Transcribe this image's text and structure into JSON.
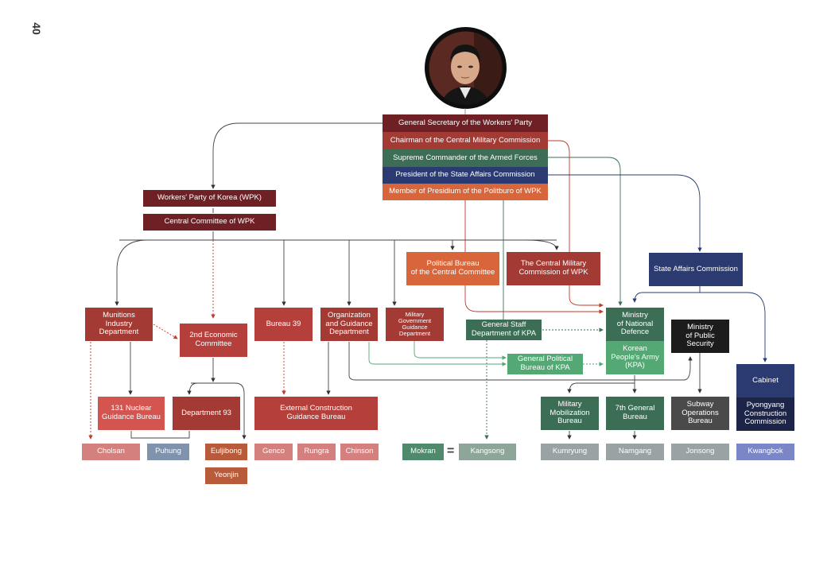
{
  "page_number": "40",
  "equals_sign": "=",
  "colors": {
    "dark_red": "#6e2024",
    "red": "#a33a33",
    "crimson": "#b5403b",
    "green": "#3c6e55",
    "bright_green": "#54a874",
    "navy": "#2b3b72",
    "orange": "#d9663b",
    "pink": "#d4807e",
    "slate_blue": "#7f93ad",
    "rust": "#b85b3a",
    "sage": "#8ea59a",
    "grey": "#9aa3a3",
    "black": "#1c1c1c",
    "dark_grey": "#4a4a4a",
    "periwinkle": "#7b86c6"
  },
  "leader": {
    "portrait": "leader-portrait",
    "titles": [
      "General Secretary of the Workers' Party",
      "Chairman of the Central Military Commission",
      "Supreme Commander of the Armed Forces",
      "President of the State Affairs Commission",
      "Member of Presidium of the Politburo of WPK"
    ]
  },
  "nodes": {
    "wpk": "Workers' Party of Korea (WPK)",
    "central_committee": "Central Committee of WPK",
    "political_bureau": "Political Bureau\nof the Central Committee",
    "cmc": "The Central Military\nCommission of WPK",
    "sac": "State Affairs Commission",
    "munitions": "Munitions\nIndustry\nDepartment",
    "second_economic": "2nd Economic\nCommittee",
    "bureau39": "Bureau 39",
    "org_guidance": "Organization\nand Guidance\nDepartment",
    "mil_gov": "Military\nGovernment\nGuidance\nDepartment",
    "general_staff": "General Staff\nDepartment of KPA",
    "mnd": "Ministry\nof National\nDefence",
    "kpa": "Korean\nPeople's Army\n(KPA)",
    "mps": "Ministry\nof Public\nSecurity",
    "gen_political": "General Political\nBureau of KPA",
    "cabinet": "Cabinet",
    "pyongyang": "Pyongyang\nConstruction\nCommission",
    "nuclear": "131 Nuclear\nGuidance Bureau",
    "dept93": "Department 93",
    "ext_construction": "External Construction\nGuidance Bureau",
    "mil_mob": "Military\nMobilization\nBureau",
    "seventh": "7th General\nBureau",
    "subway": "Subway\nOperations\nBureau"
  },
  "companies": {
    "cholsan": "Cholsan",
    "puhung": "Puhung",
    "euljibong": "Euljibong",
    "yeonjin": "Yeonjin",
    "genco": "Genco",
    "rungra": "Rungra",
    "chinson": "Chinson",
    "mokran": "Mokran",
    "kangsong": "Kangsong",
    "kumryung": "Kumryung",
    "namgang": "Namgang",
    "jonsong": "Jonsong",
    "kwangbok": "Kwangbok"
  }
}
